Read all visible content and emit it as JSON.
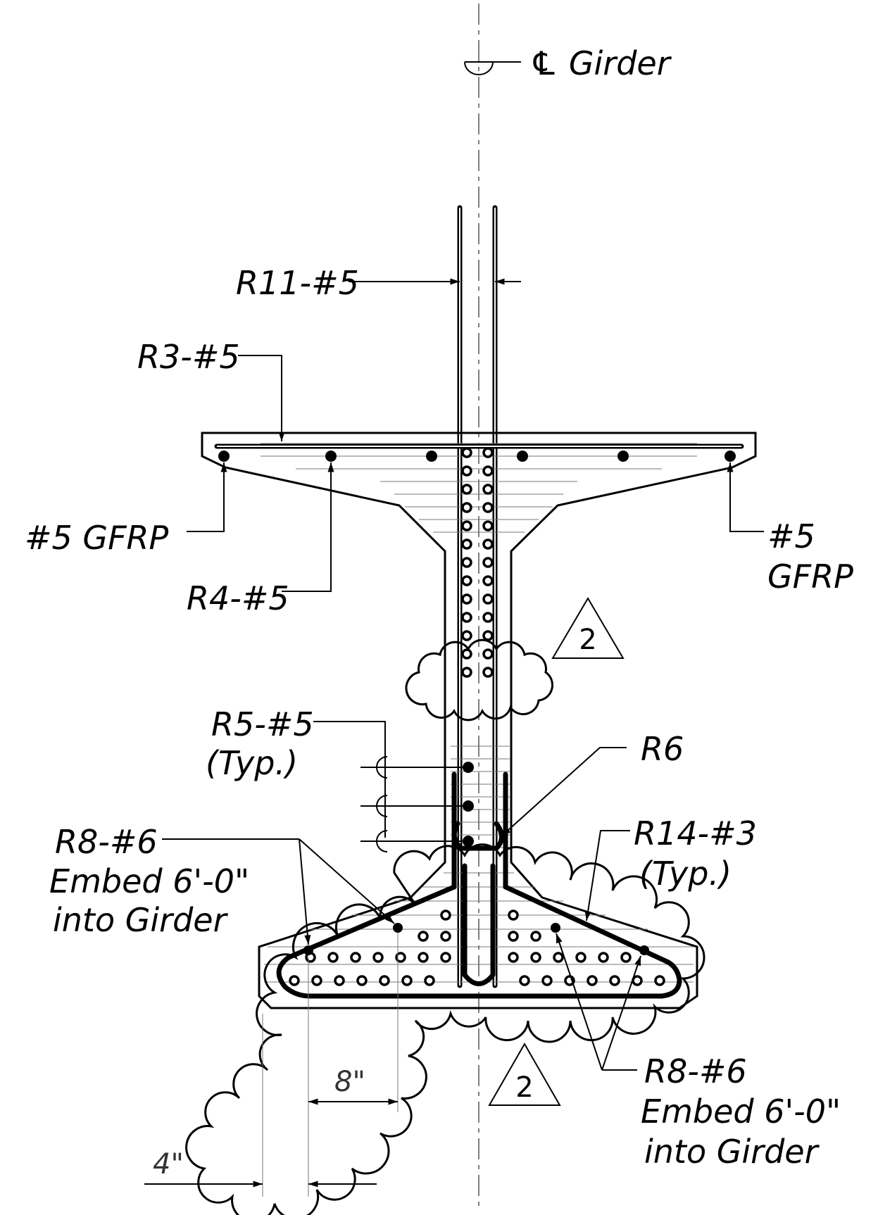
{
  "labels": {
    "cl_girder": "℄ Girder",
    "r11": "R11-#5",
    "r3": "R3-#5",
    "gfrp_left": "#5 GFRP",
    "gfrp_right_1": "#5",
    "gfrp_right_2": "GFRP",
    "r4": "R4-#5",
    "rev_tag_top": "2",
    "r5_1": "R5-#5",
    "r5_2": "(Typ.)",
    "r6": "R6",
    "r8_left_1": "R8-#6",
    "r8_left_2": "Embed 6'-0\"",
    "r8_left_3": "into Girder",
    "r14_1": "R14-#3",
    "r14_2": "(Typ.)",
    "r8_right_1": "R8-#6",
    "r8_right_2": "Embed 6'-0\"",
    "r8_right_3": "into Girder",
    "rev_tag_bottom": "2",
    "dim_8": "8\"",
    "dim_4": "4\""
  }
}
